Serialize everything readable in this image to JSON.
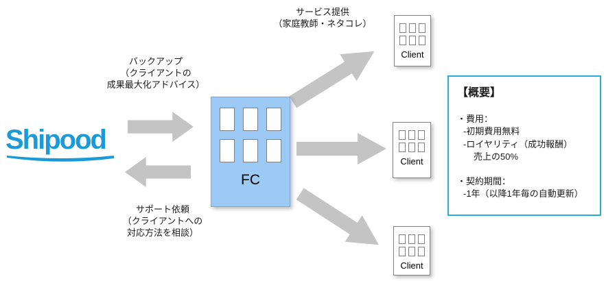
{
  "colors": {
    "brand": "#1B9AD7",
    "box-border": "#29ABE2",
    "fc-fill": "#9DCAF5",
    "arrow": "#C4C4C4"
  },
  "logo": {
    "text": "Shipood"
  },
  "labels": {
    "service": "サービス提供\n（家庭教師・ネタコレ）",
    "backup": "バックアップ\n（クライアントの\n成果最大化アドバイス）",
    "support": "サポート依頼\n（クライアントへの\n対応方法を相談）"
  },
  "fc": {
    "label": "FC"
  },
  "clients": [
    {
      "label": "Client"
    },
    {
      "label": "Client"
    },
    {
      "label": "Client"
    }
  ],
  "overview": {
    "title": "【概要】",
    "sections": [
      {
        "heading": "・費用：",
        "lines": [
          "-初期費用無料",
          "-ロイヤリティ（成功報酬）",
          "売上の50%"
        ]
      },
      {
        "heading": "・契約期間：",
        "lines": [
          "-1年（以降1年毎の自動更新）"
        ]
      }
    ]
  }
}
